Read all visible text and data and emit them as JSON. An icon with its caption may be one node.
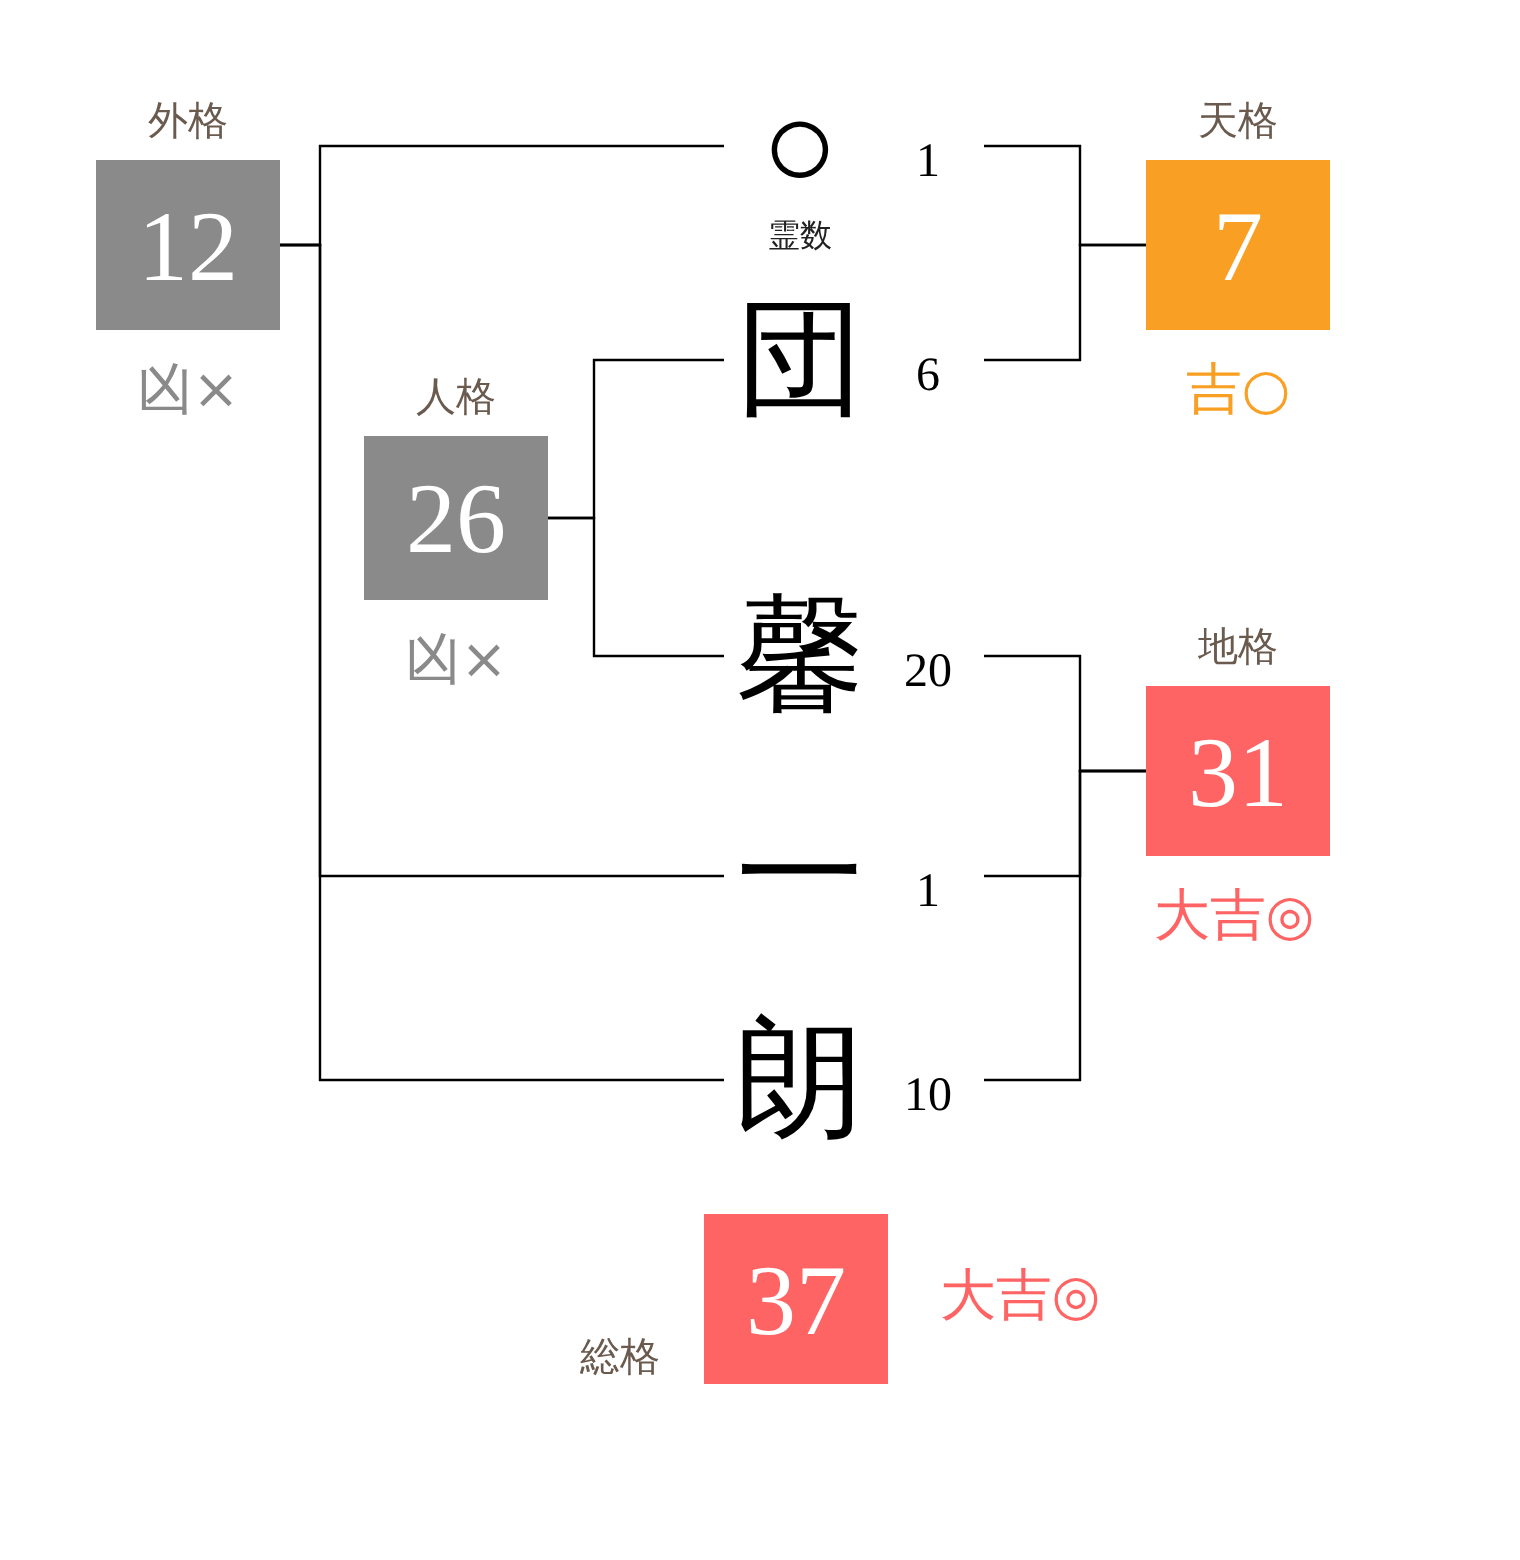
{
  "diagram": {
    "nodes": [
      {
        "text": [
          "外格",
          "12"
        ],
        "beside": [
          "凶×"
        ]
      },
      {
        "text": [
          "○"
        ],
        "beside": [
          "1",
          "霊数"
        ]
      },
      {
        "text": [
          "天格",
          "7"
        ],
        "beside": [
          "吉○"
        ]
      },
      {
        "text": [
          "人格",
          "26"
        ],
        "beside": [
          "凶×"
        ]
      },
      {
        "text": [
          "団"
        ],
        "beside": [
          "6"
        ]
      },
      {
        "text": [
          "馨"
        ],
        "beside": [
          "20"
        ]
      },
      {
        "text": [
          "地格",
          "31"
        ],
        "beside": [
          "大吉◎"
        ]
      },
      {
        "text": [
          "一"
        ],
        "beside": [
          "1"
        ]
      },
      {
        "text": [
          "朗"
        ],
        "beside": [
          "10"
        ]
      },
      {
        "text": [
          "総格",
          "37"
        ],
        "beside": [
          "大吉◎"
        ]
      }
    ],
    "edges": [
      {
        "from": 1,
        "to": 0,
        "arrow": "none"
      },
      {
        "from": 7,
        "to": 0,
        "arrow": "none"
      },
      {
        "from": 8,
        "to": 0,
        "arrow": "none"
      },
      {
        "from": 4,
        "to": 3,
        "arrow": "none"
      },
      {
        "from": 5,
        "to": 3,
        "arrow": "none"
      },
      {
        "from": 1,
        "to": 2,
        "arrow": "none"
      },
      {
        "from": 4,
        "to": 2,
        "arrow": "none"
      },
      {
        "from": 5,
        "to": 6,
        "arrow": "none"
      },
      {
        "from": 7,
        "to": 6,
        "arrow": "none"
      },
      {
        "from": 8,
        "to": 6,
        "arrow": "none"
      }
    ]
  }
}
